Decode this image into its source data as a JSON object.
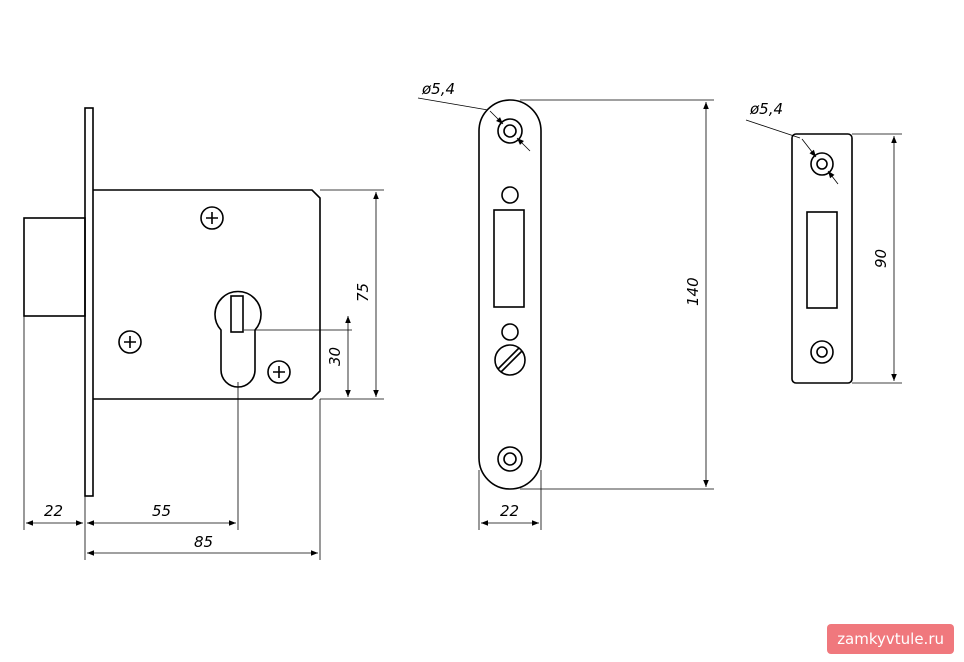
{
  "dimensions": {
    "body_height": "75",
    "backset": "55",
    "bolt_projection": "22",
    "body_depth": "85",
    "cylinder_center": "30",
    "faceplate_hole": "ø5,4",
    "faceplate_length": "140",
    "faceplate_width": "22",
    "strike_hole": "ø5,4",
    "strike_length": "90"
  },
  "watermark": "zamkyvtule.ru"
}
